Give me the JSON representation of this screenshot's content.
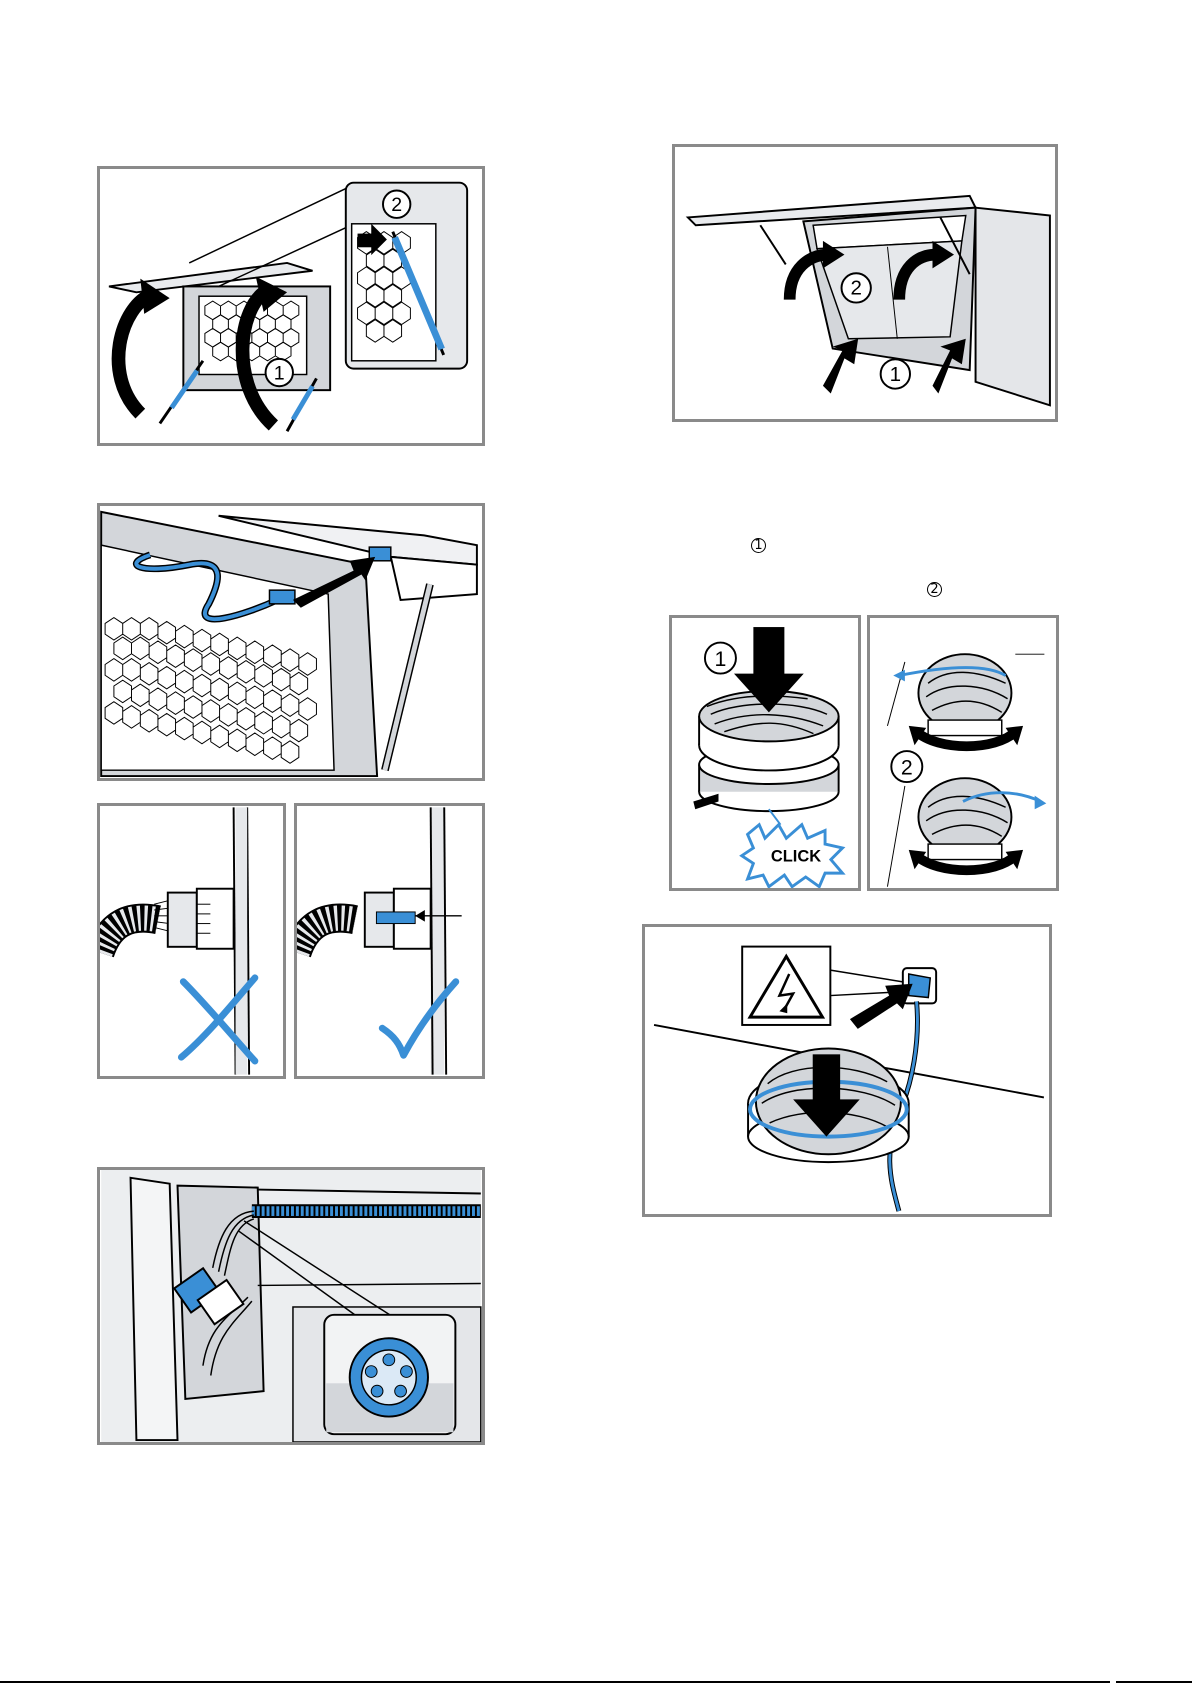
{
  "callouts": {
    "one": "1",
    "two": "2",
    "click": "CLICK"
  },
  "icons": {
    "arrow": "black-arrow",
    "cross": "blue-cross",
    "check": "blue-check",
    "warning": "electrical-hazard-triangle"
  },
  "colors": {
    "frame": "#8a8a8a",
    "accent_blue": "#3a8fd6",
    "arrow": "#000000",
    "panel_grey": "#d3d6da"
  }
}
